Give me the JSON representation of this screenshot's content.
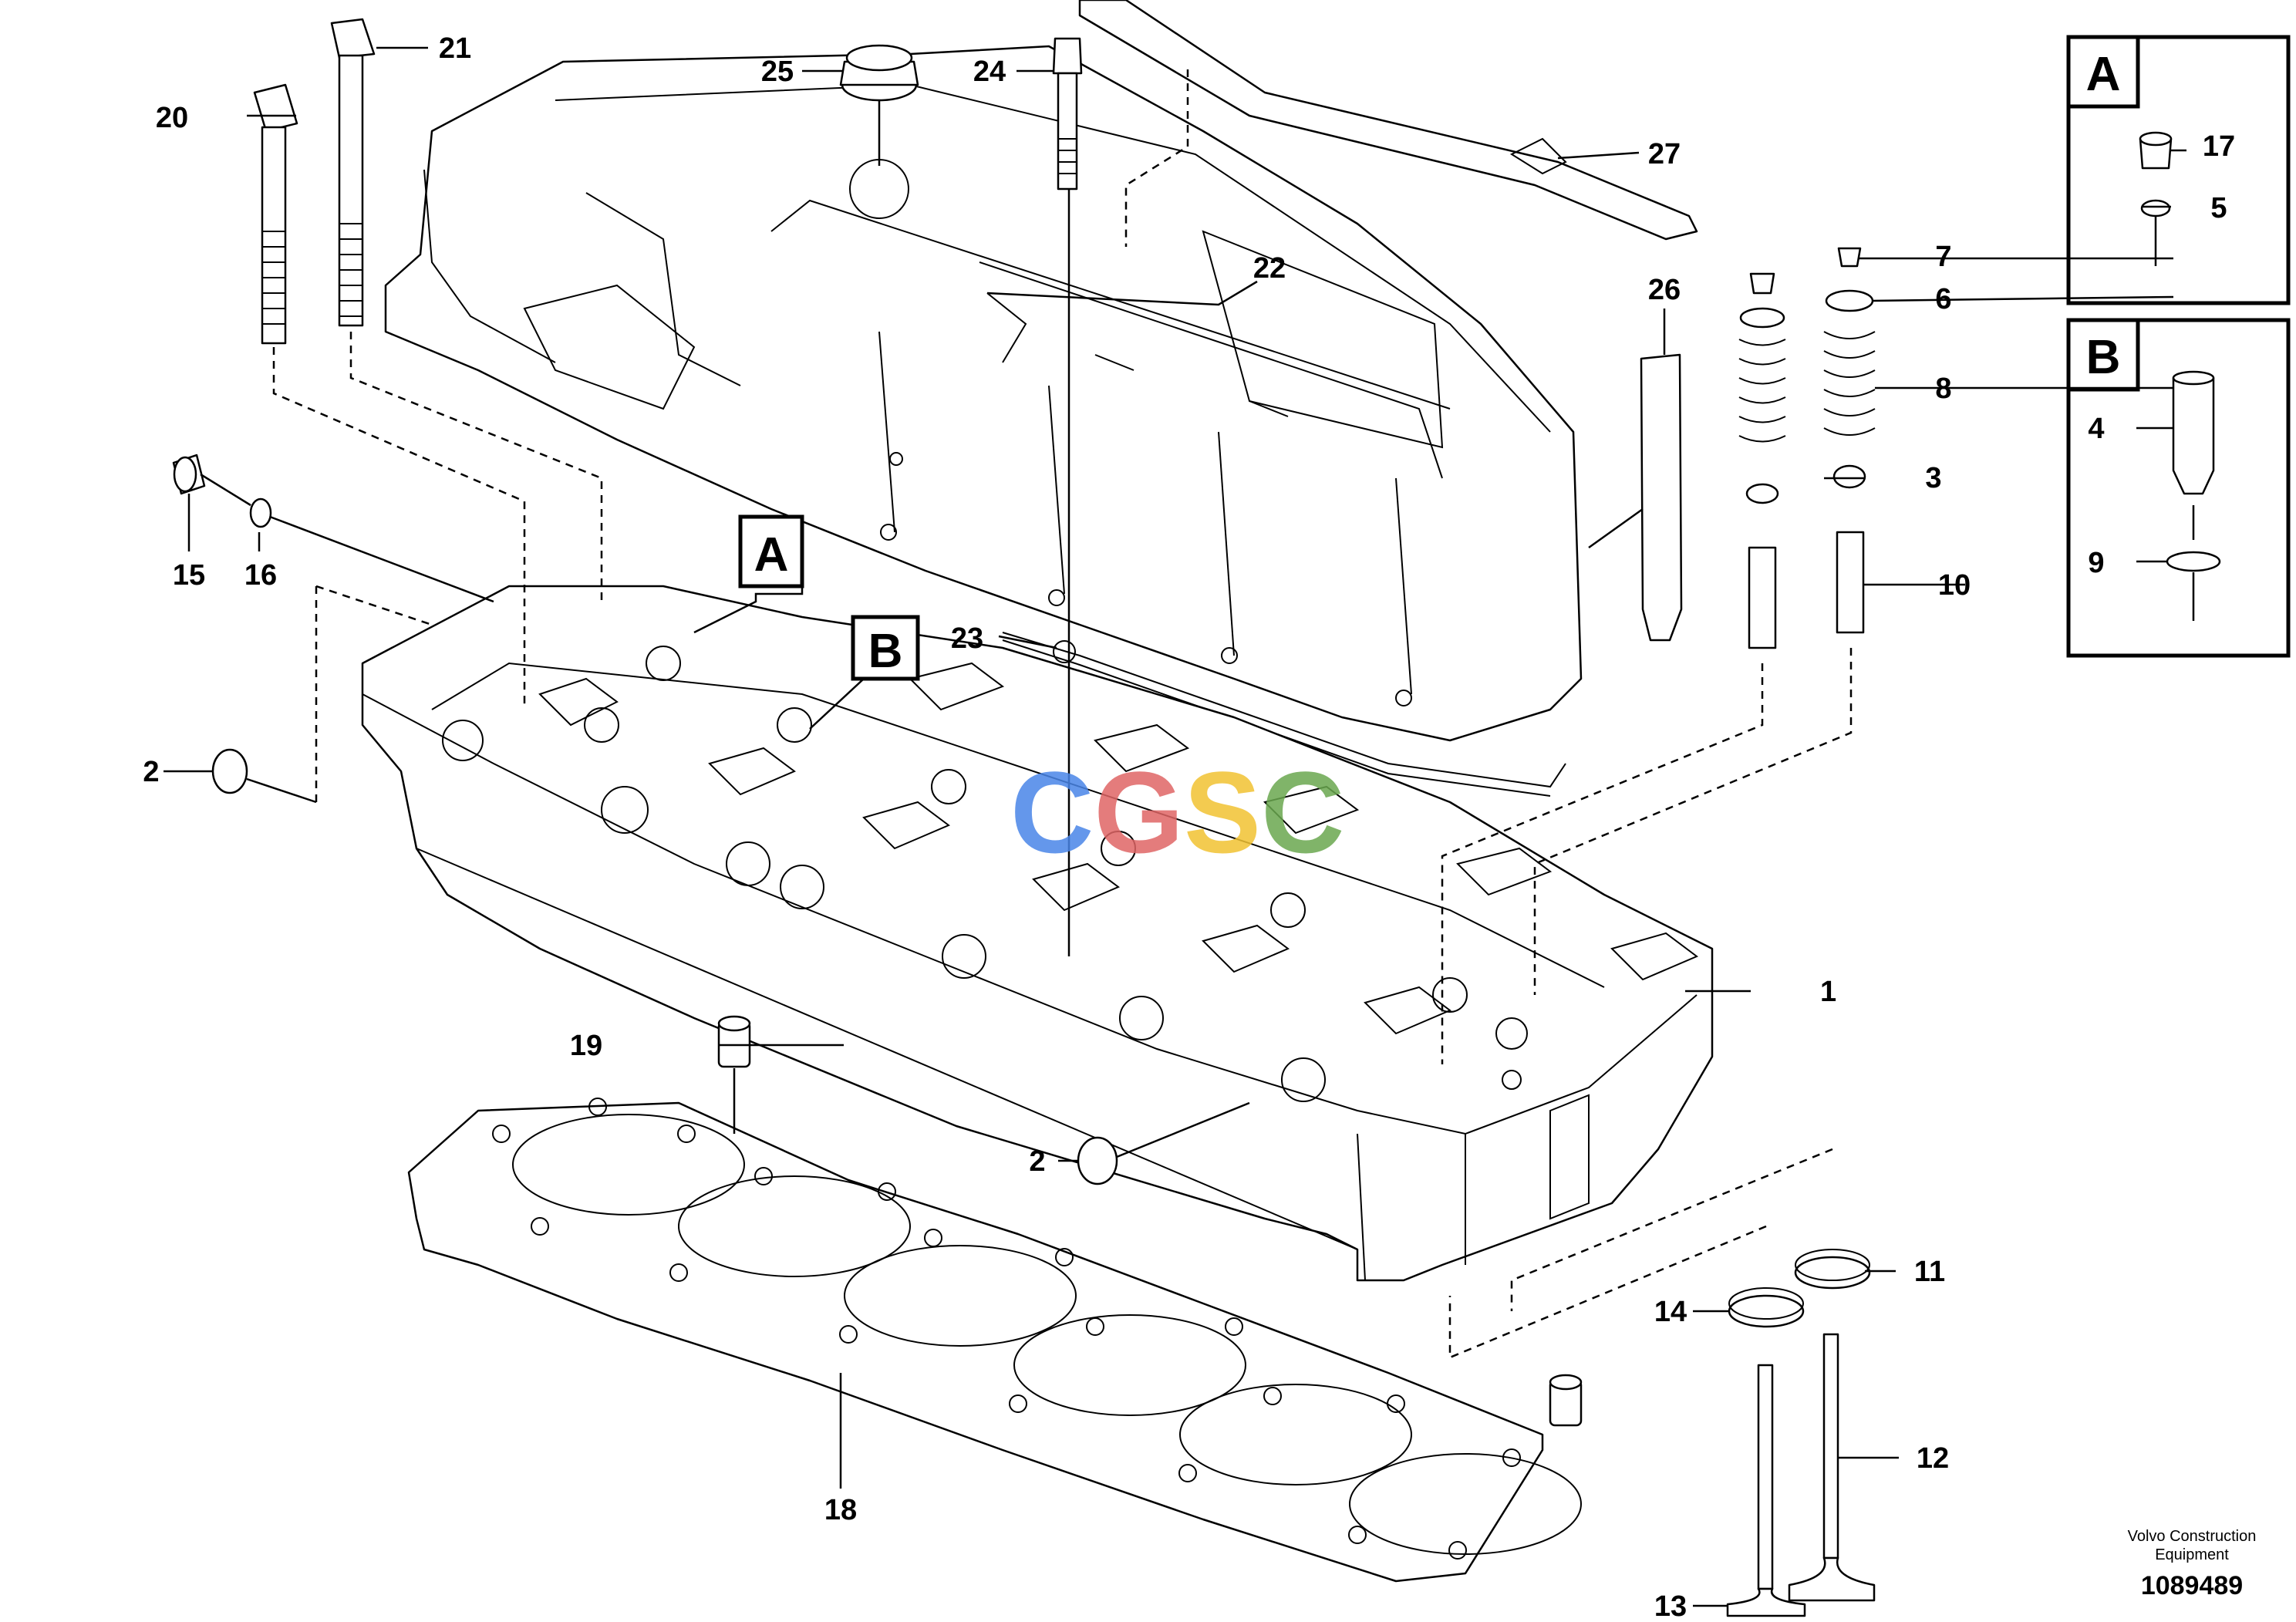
{
  "callouts": {
    "c1": "1",
    "c2a": "2",
    "c2b": "2",
    "c3": "3",
    "c4": "4",
    "c5": "5",
    "c6": "6",
    "c7": "7",
    "c8": "8",
    "c9": "9",
    "c10": "10",
    "c11": "11",
    "c12": "12",
    "c13": "13",
    "c14": "14",
    "c15": "15",
    "c16": "16",
    "c17": "17",
    "c18": "18",
    "c19": "19",
    "c20": "20",
    "c21": "21",
    "c22": "22",
    "c23": "23",
    "c24": "24",
    "c25": "25",
    "c26": "26",
    "c27": "27"
  },
  "detail_refs": {
    "a": "A",
    "b": "B"
  },
  "insets": {
    "a_letter": "A",
    "b_letter": "B"
  },
  "watermark": {
    "text": "CGSC",
    "colors": [
      "#4a86e8",
      "#e06666",
      "#f1c232",
      "#6aa84f"
    ]
  },
  "footer": {
    "brand_line1": "Volvo Construction",
    "brand_line2": "Equipment",
    "figure_number": "1089489"
  }
}
